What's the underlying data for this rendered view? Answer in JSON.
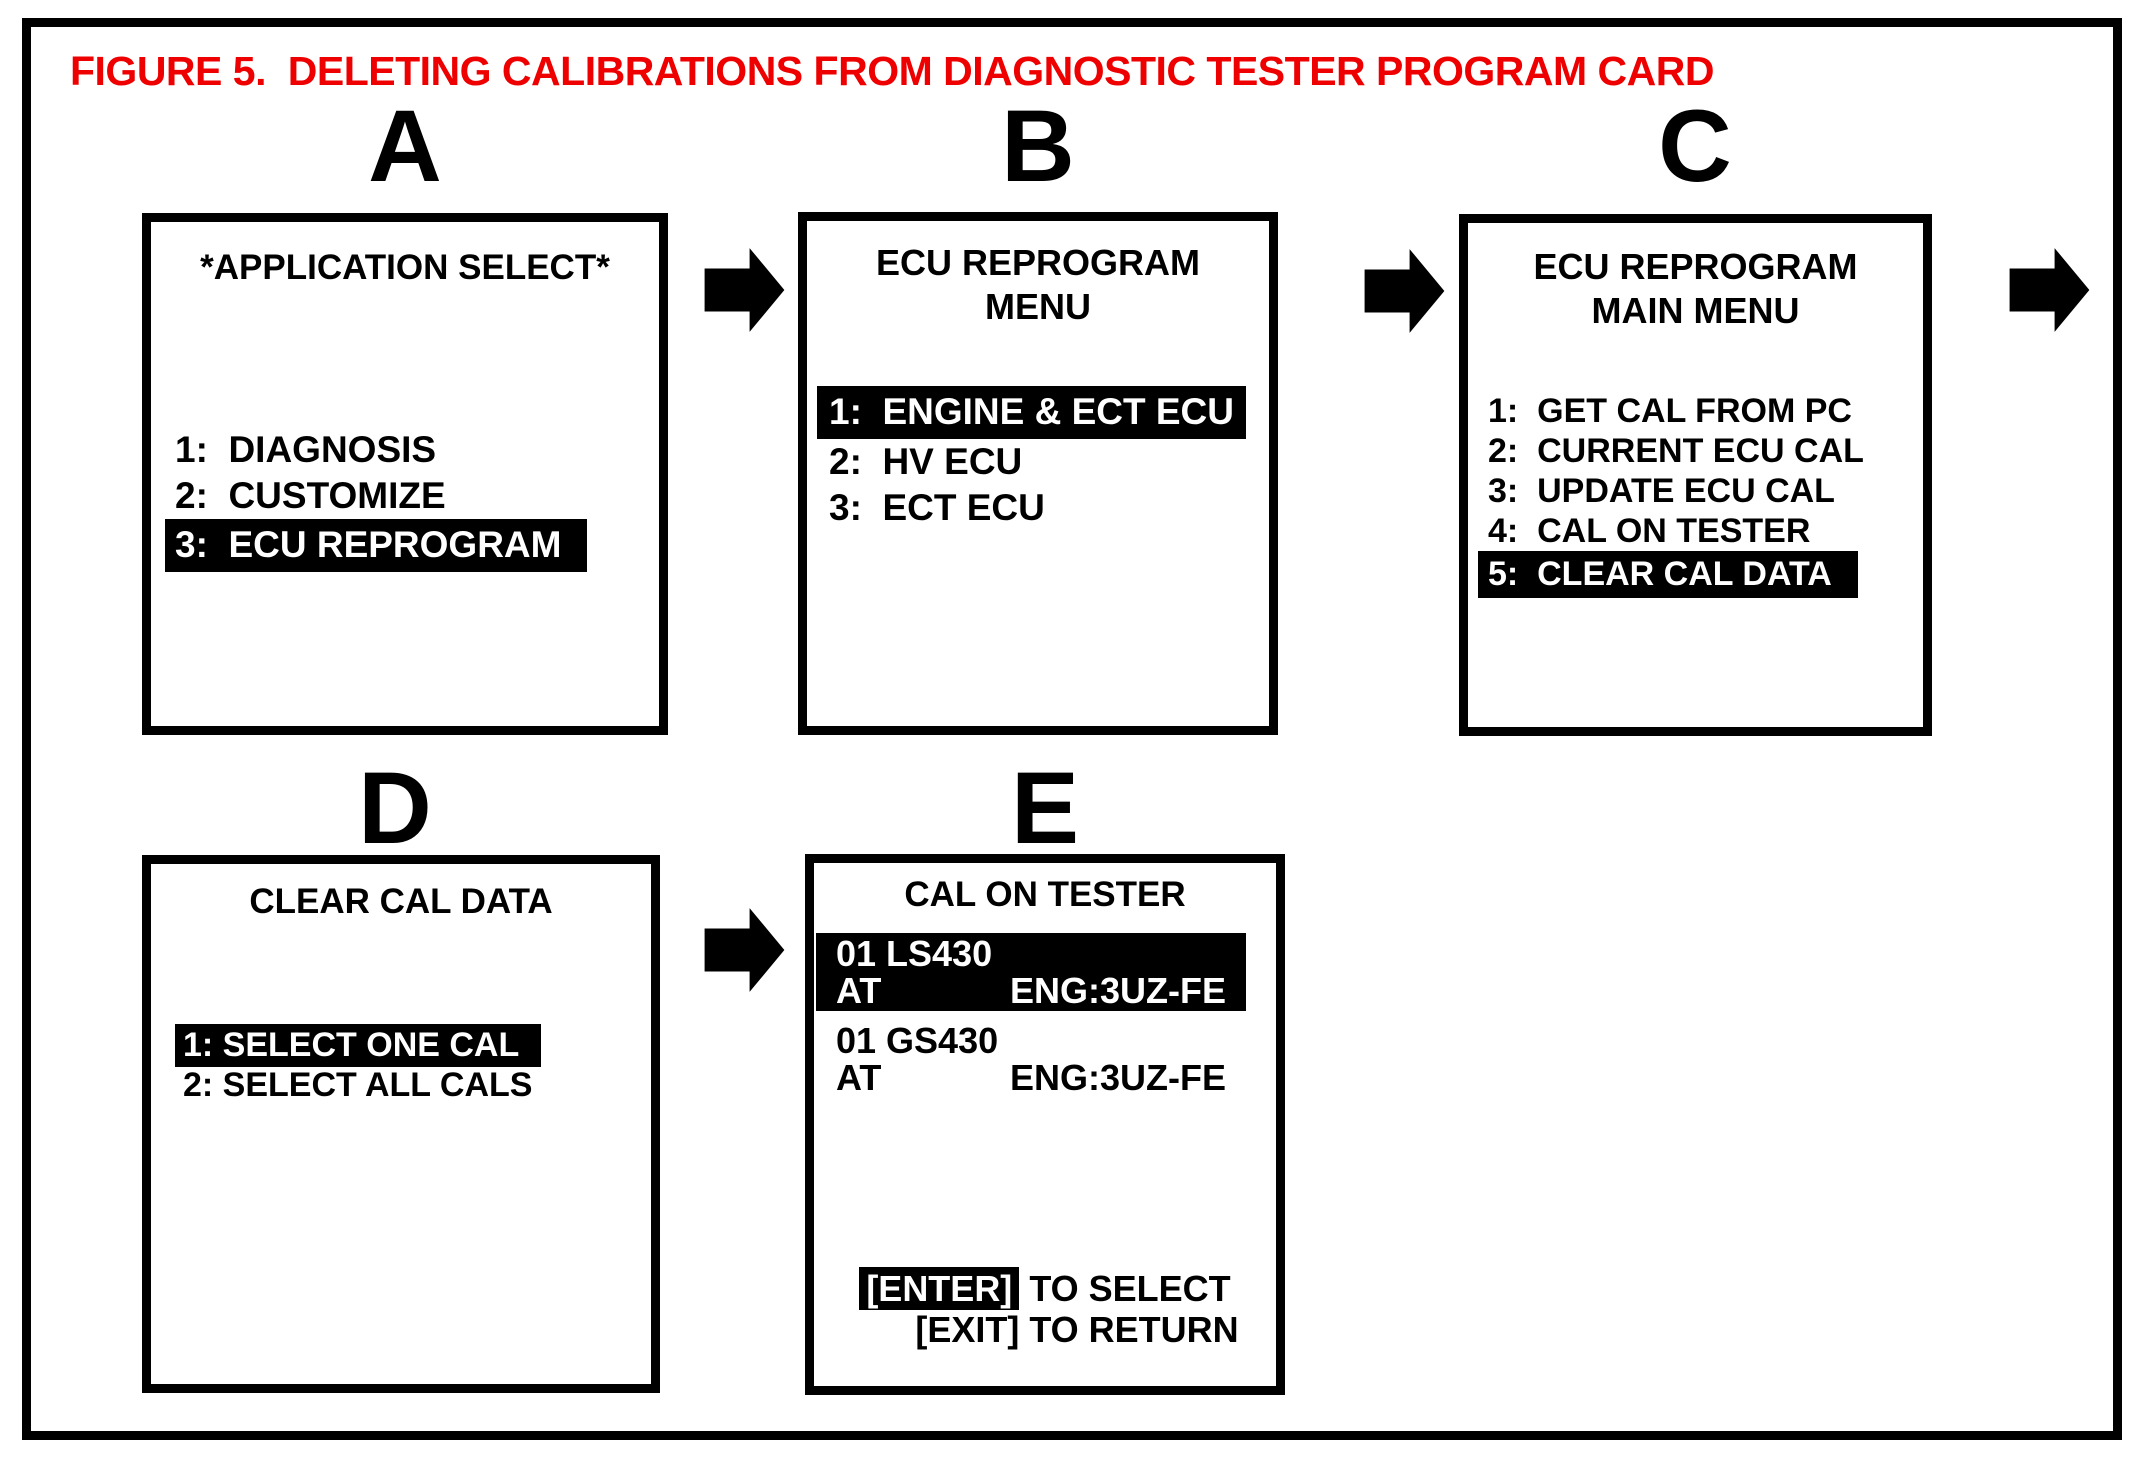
{
  "figure": {
    "title": "FIGURE 5.  DELETING CALIBRATIONS FROM DIAGNOSTIC TESTER PROGRAM CARD",
    "title_color": "#ee0000",
    "flow_arrow_icon": "right-block-arrow",
    "background_color": "#ffffff",
    "highlight_bg": "#000000",
    "highlight_fg": "#ffffff"
  },
  "screens": [
    {
      "label": "A",
      "title_lines": [
        "*APPLICATION SELECT*"
      ],
      "items": [
        {
          "text": "1:  DIAGNOSIS",
          "highlighted": false
        },
        {
          "text": "2:  CUSTOMIZE",
          "highlighted": false
        },
        {
          "text": "3:  ECU REPROGRAM",
          "highlighted": true
        }
      ]
    },
    {
      "label": "B",
      "title_lines": [
        "ECU REPROGRAM",
        "MENU"
      ],
      "items": [
        {
          "text": "1:  ENGINE & ECT ECU",
          "highlighted": true
        },
        {
          "text": "2:  HV ECU",
          "highlighted": false
        },
        {
          "text": "3:  ECT ECU",
          "highlighted": false
        }
      ]
    },
    {
      "label": "C",
      "title_lines": [
        "ECU REPROGRAM",
        "MAIN MENU"
      ],
      "items": [
        {
          "text": "1:  GET CAL FROM PC",
          "highlighted": false
        },
        {
          "text": "2:  CURRENT ECU CAL",
          "highlighted": false
        },
        {
          "text": "3:  UPDATE ECU CAL",
          "highlighted": false
        },
        {
          "text": "4:  CAL ON TESTER",
          "highlighted": false
        },
        {
          "text": "5:  CLEAR CAL DATA",
          "highlighted": true
        }
      ]
    },
    {
      "label": "D",
      "title_lines": [
        "CLEAR CAL DATA"
      ],
      "items": [
        {
          "text": "1: SELECT ONE CAL",
          "highlighted": true
        },
        {
          "text": "2: SELECT ALL CALS",
          "highlighted": false
        }
      ]
    },
    {
      "label": "E",
      "title_lines": [
        "CAL ON TESTER"
      ],
      "entries": [
        {
          "line1": "01 LS430",
          "line2_left": "AT",
          "line2_right": "ENG:3UZ-FE",
          "highlighted": true
        },
        {
          "line1": "01 GS430",
          "line2_left": "AT",
          "line2_right": "ENG:3UZ-FE",
          "highlighted": false
        }
      ],
      "footer": [
        {
          "key": "[ENTER]",
          "label": "TO SELECT",
          "key_highlighted": true
        },
        {
          "key": "[EXIT]",
          "label": "TO RETURN",
          "key_highlighted": false
        }
      ]
    }
  ]
}
